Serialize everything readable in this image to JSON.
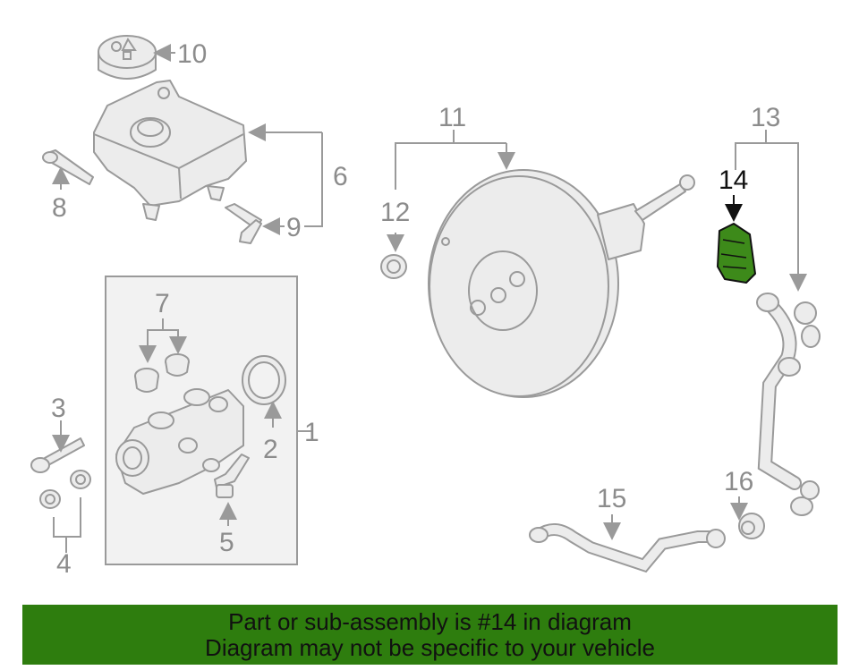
{
  "diagram": {
    "callouts": [
      "1",
      "2",
      "3",
      "4",
      "5",
      "6",
      "7",
      "8",
      "9",
      "10",
      "11",
      "12",
      "13",
      "14",
      "15",
      "16"
    ],
    "highlighted_part": "14",
    "highlight_color": "#2e7d0e"
  },
  "banner": {
    "line1": "Part or sub-assembly is #14 in diagram",
    "line2": "Diagram may not be specific to your vehicle",
    "background": "#2e7d0e"
  }
}
